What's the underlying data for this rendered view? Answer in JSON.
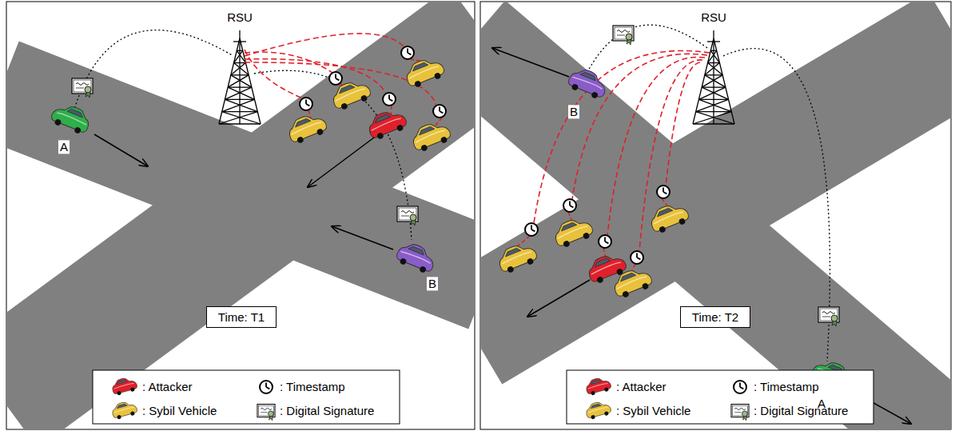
{
  "diagram": {
    "nodes": [
      {
        "text": [
          "Time: T1"
        ]
      },
      {
        "text": [
          "Time: T2"
        ]
      }
    ],
    "labels": [
      "RSU",
      "A",
      "B",
      "RSU",
      "B",
      "A"
    ],
    "legend": [
      {
        "text": ": Attacker"
      },
      {
        "text": ": Timestamp"
      },
      {
        "text": ": Sybil Vehicle"
      },
      {
        "text": ": Digital Signature"
      },
      {
        "text": ": Attacker"
      },
      {
        "text": ": Timestamp"
      },
      {
        "text": ": Sybil Vehicle"
      },
      {
        "text": ": Digital Signature"
      }
    ]
  }
}
